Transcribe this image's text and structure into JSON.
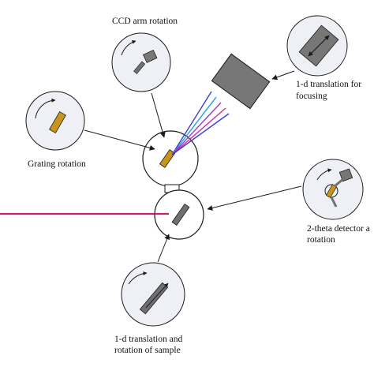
{
  "labels": {
    "ccd_arm_rotation": "CCD arm rotation",
    "translation_focusing_line1": "1-d translation for",
    "translation_focusing_line2": "focusing",
    "grating_rotation": "Grating rotation",
    "two_theta_line1": "2-theta detector a",
    "two_theta_line2": "rotation",
    "sample_line1": "1-d translation and",
    "sample_line2": "rotation of sample"
  },
  "colors": {
    "background": "#ffffff",
    "outline": "#1a1a1a",
    "inset_fill": "#eef0f6",
    "grating_gold": "#c8941c",
    "component_gray": "#707070",
    "ccd_gray": "#777777",
    "beam_magenta": "#c8206a",
    "ray_colors": [
      "#3a3ad0",
      "#1ea0e0",
      "#9b3ad0",
      "#d0309a"
    ]
  }
}
